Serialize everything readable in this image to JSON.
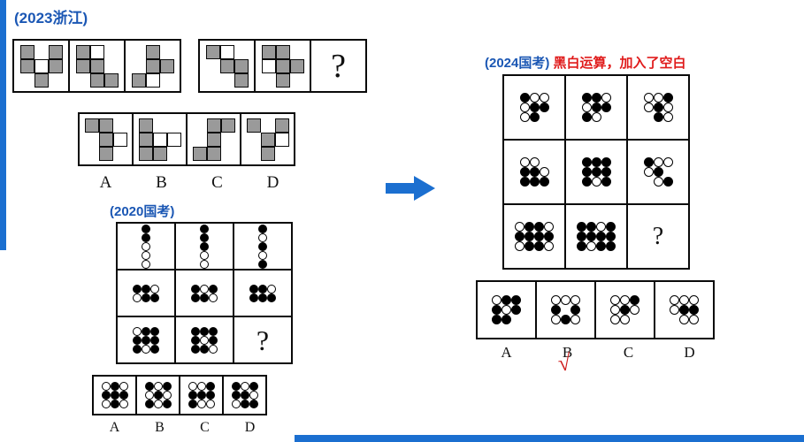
{
  "colors": {
    "accent_blue": "#1b6fd0",
    "title_blue": "#1b57b4",
    "subtitle_red": "#e01b1b",
    "check_red": "#cf1c1c",
    "square_gray": "#9a9a9a"
  },
  "s2023": {
    "title": "(2023浙江)",
    "qmark": "?",
    "row1_group1": [
      [
        "G.G",
        "GWG",
        ".G."
      ],
      [
        "GW.",
        "GG.",
        ".GG"
      ],
      [
        ".G.",
        ".GG",
        "GW."
      ]
    ],
    "row1_group2": [
      [
        "GW.",
        ".GG",
        "..G"
      ],
      [
        "GG.",
        "WGG",
        ".G."
      ]
    ],
    "options": [
      [
        "GG.",
        ".GW",
        ".G."
      ],
      [
        "G..",
        "GWW",
        "GG."
      ],
      [
        ".GG",
        ".G.",
        "GG."
      ],
      [
        "G.G",
        ".GW",
        ".G."
      ]
    ],
    "labels": [
      "A",
      "B",
      "C",
      "D"
    ]
  },
  "s2020": {
    "title": "(2020国考)",
    "qmark": "?",
    "grid": [
      [
        [
          "B",
          "B",
          "W",
          "W",
          "W"
        ],
        [
          "B",
          "B",
          "B",
          "W",
          "W"
        ],
        [
          "B",
          "W",
          "B",
          "W",
          "B"
        ]
      ],
      [
        [
          "BBW",
          "WBB"
        ],
        [
          "BWB",
          "BBW"
        ],
        [
          "BBW",
          "BBB"
        ]
      ],
      [
        [
          "WBB",
          "BBB",
          "BWB"
        ],
        [
          "BBB",
          "BWB",
          "BBW"
        ]
      ]
    ],
    "options": [
      [
        "WBW",
        "BBB",
        "WBW"
      ],
      [
        "BWB",
        "WBW",
        "BWB"
      ],
      [
        "WWB",
        "BBB",
        "BWW"
      ],
      [
        "BWB",
        "BBW",
        "WBB"
      ]
    ],
    "labels": [
      "A",
      "B",
      "C",
      "D"
    ]
  },
  "s2024": {
    "title": "(2024国考)",
    "subtitle": "黑白运算，加入了空白",
    "qmark": "?",
    "checkmark": "√",
    "grid": [
      [
        [
          "BWW",
          "WBB",
          "WB."
        ],
        [
          "BBW",
          "WBB",
          "BW."
        ],
        [
          "WWB",
          "WBW",
          ".BW"
        ]
      ],
      [
        [
          "WW.",
          "BBW",
          "BBB"
        ],
        [
          "BBB",
          "BBB",
          "BWB"
        ],
        [
          "BWW",
          "WB.",
          ".WB"
        ]
      ],
      [
        [
          "WBBW",
          "BBBB",
          "WBBW"
        ],
        [
          "BBWB",
          "BBBB",
          "BWBB"
        ]
      ]
    ],
    "options": [
      [
        "WBB",
        "BWB",
        "BB."
      ],
      [
        "WWW",
        "B.B",
        "WBW"
      ],
      [
        "WWB",
        "WBW",
        "WW."
      ],
      [
        "WWW",
        "WBB",
        ".WW"
      ]
    ],
    "labels": [
      "A",
      "B",
      "C",
      "D"
    ]
  }
}
